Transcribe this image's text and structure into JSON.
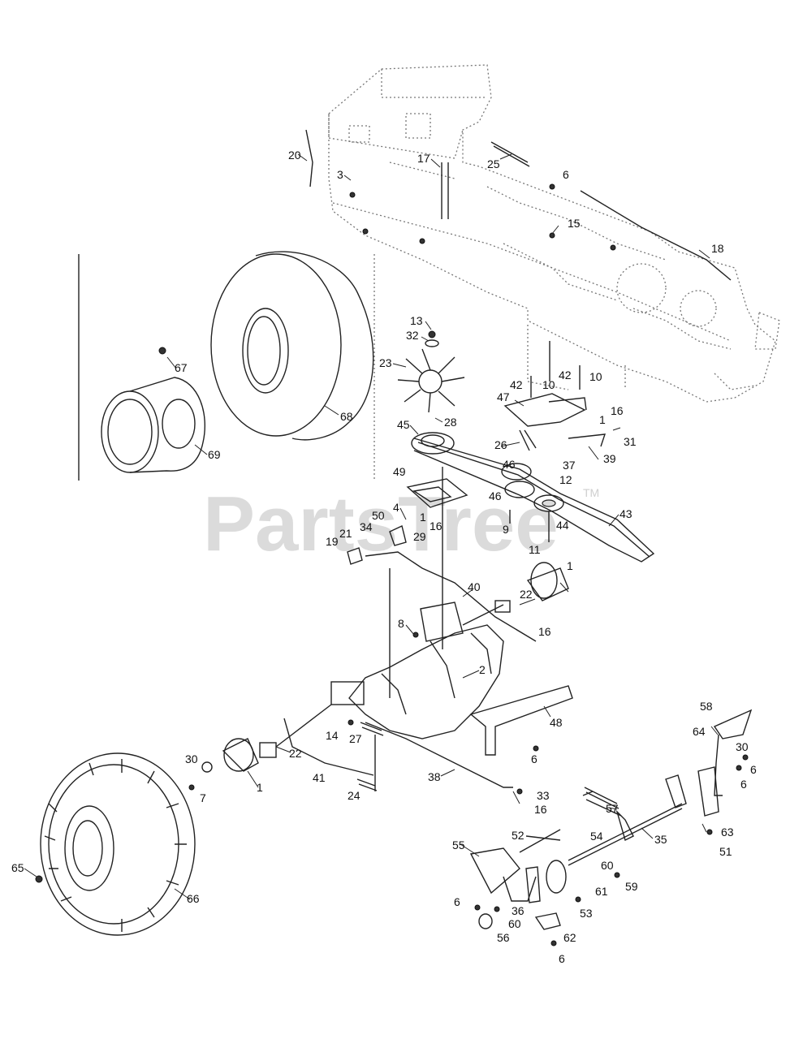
{
  "watermark": {
    "text": "PartsTree",
    "trademark": "TM"
  },
  "callouts": [
    "20",
    "3",
    "17",
    "25",
    "6",
    "18",
    "15",
    "13",
    "32",
    "23",
    "67",
    "68",
    "69",
    "28",
    "42",
    "10",
    "42",
    "10",
    "47",
    "1",
    "16",
    "31",
    "45",
    "26",
    "46",
    "37",
    "39",
    "12",
    "46",
    "49",
    "43",
    "4",
    "1",
    "16",
    "50",
    "34",
    "29",
    "44",
    "9",
    "21",
    "19",
    "11",
    "1",
    "40",
    "22",
    "8",
    "16",
    "2",
    "48",
    "14",
    "27",
    "6",
    "58",
    "64",
    "30",
    "6",
    "6",
    "30",
    "22",
    "1",
    "7",
    "41",
    "24",
    "38",
    "33",
    "16",
    "57",
    "52",
    "54",
    "35",
    "63",
    "51",
    "55",
    "60",
    "61",
    "59",
    "6",
    "36",
    "60",
    "53",
    "65",
    "66",
    "56",
    "62",
    "6"
  ]
}
